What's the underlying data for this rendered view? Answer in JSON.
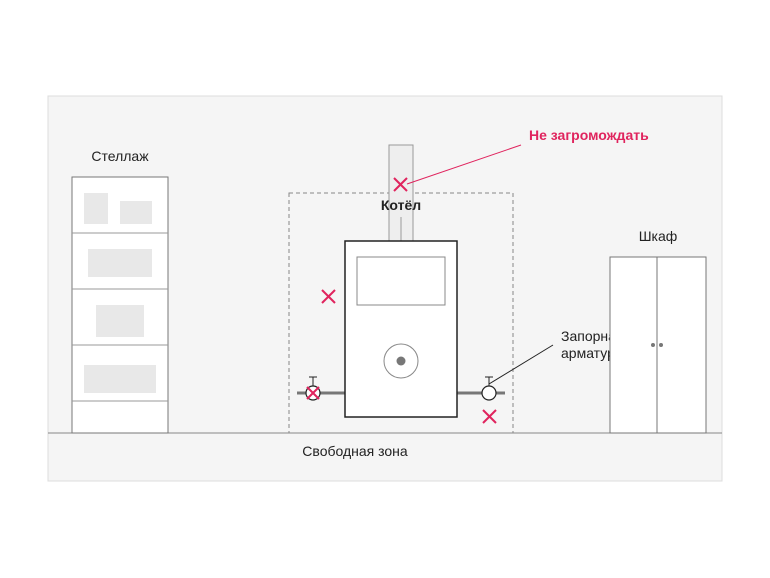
{
  "labels": {
    "shelf": "Стеллаж",
    "boiler": "Котёл",
    "cabinet": "Шкаф",
    "warning": "Не загромождать",
    "valves_line1": "Запорная",
    "valves_line2": "арматура",
    "free_zone": "Свободная зона"
  },
  "colors": {
    "background_panel": "#f5f5f5",
    "outline": "#555555",
    "warning": "#e0245e",
    "box_fill": "#e8e8e8",
    "pipe": "#777777"
  },
  "icons": [
    "cross-icon",
    "valve-icon"
  ]
}
